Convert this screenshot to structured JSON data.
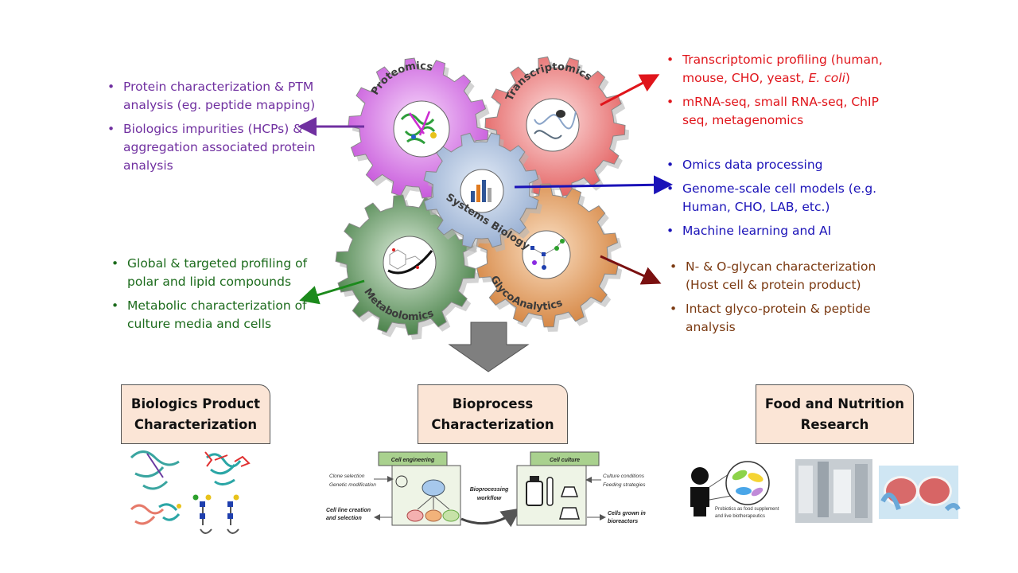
{
  "gears": {
    "proteomics": "Proteomics",
    "transcriptomics": "Transcriptomics",
    "systems_biology": "Systems Biology",
    "metabolomics": "Metabolomics",
    "glycoanalytics": "GlycoAnalytics"
  },
  "proteomics_items": [
    "Protein characterization & PTM analysis (eg. peptide mapping)",
    "Biologics impurities (HCPs) & aggregation associated protein analysis"
  ],
  "transcriptomics_items": [
    "Transcriptomic profiling  (human, mouse, CHO, yeast, E. coli)",
    "mRNA-seq, small RNA-seq, ChIP seq, metagenomics"
  ],
  "systems_items": [
    "Omics data processing",
    "Genome-scale cell models (e.g. Human, CHO, LAB, etc.)",
    "Machine learning and AI"
  ],
  "metabolomics_items": [
    "Global & targeted profiling of polar and lipid compounds",
    "Metabolic characterization of culture media and cells"
  ],
  "glyco_items": [
    "N- & O-glycan characterization (Host cell & protein product)",
    "Intact glyco-protein & peptide analysis"
  ],
  "boxes": {
    "biologics": "Biologics Product Characterization",
    "bioprocess": "Bioprocess Characterization",
    "food": "Food and Nutrition Research"
  },
  "workflow": {
    "cell_engineering": "Cell engineering",
    "cell_culture": "Cell culture",
    "clone_selection": "Clone selection",
    "genetic_modification": "Genetic modification",
    "cell_line_creation": "Cell line creation",
    "and_selection": "and selection",
    "bioprocessing": "Bioprocessing",
    "workflow": "workflow",
    "culture_conditions": "Culture conditions",
    "feeding_strategies": "Feeding strategies",
    "cells_grown": "Cells grown in",
    "bioreactors": "bioreactors"
  },
  "food": {
    "caption_1": "Probiotics as food supplement",
    "caption_2": "and live biotherapeutics"
  },
  "colors": {
    "proteomics": "#d57fe6",
    "transcriptomics": "#f08a8a",
    "systems": "#b9cbe4",
    "metabolomics": "#7fa97f",
    "glyco": "#e8a66a",
    "box": "#fbe5d6"
  }
}
